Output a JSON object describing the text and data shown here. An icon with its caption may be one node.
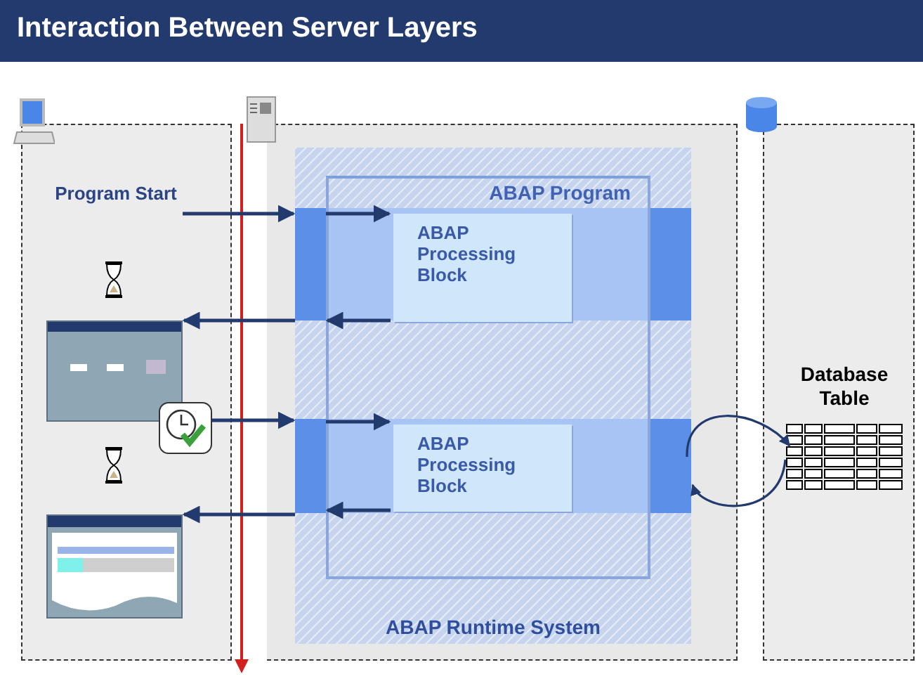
{
  "diagram": {
    "title": "Interaction Between Server Layers",
    "nodes": [
      {
        "text": [
          "Program Start"
        ]
      },
      {
        "text": [
          "ABAP Runtime System"
        ]
      },
      {
        "text": [
          "ABAP Program"
        ],
        "in": 1
      },
      {
        "text": [
          "ABAP Processing Block"
        ],
        "in": 2
      },
      {
        "text": [
          "ABAP Processing Block"
        ],
        "in": 2
      },
      {
        "text": [],
        "shape": "picture"
      },
      {
        "text": [],
        "shape": "picture"
      },
      {
        "text": [],
        "shape": "picture"
      },
      {
        "text": [
          "Database Table"
        ]
      }
    ],
    "edges": [
      {
        "from": 0,
        "to": 1,
        "arrow": "to"
      },
      {
        "from": 1,
        "to": 3,
        "arrow": "to"
      },
      {
        "from": 3,
        "to": 1,
        "arrow": "to"
      },
      {
        "from": 1,
        "to": 5,
        "arrow": "to"
      },
      {
        "from": 6,
        "to": 1,
        "arrow": "to"
      },
      {
        "from": 1,
        "to": 4,
        "arrow": "to"
      },
      {
        "from": 4,
        "to": 1,
        "arrow": "to"
      },
      {
        "from": 1,
        "to": 7,
        "arrow": "to"
      },
      {
        "from": 1,
        "to": 8,
        "arrow": "to"
      },
      {
        "from": 8,
        "to": 1,
        "arrow": "to"
      }
    ]
  }
}
